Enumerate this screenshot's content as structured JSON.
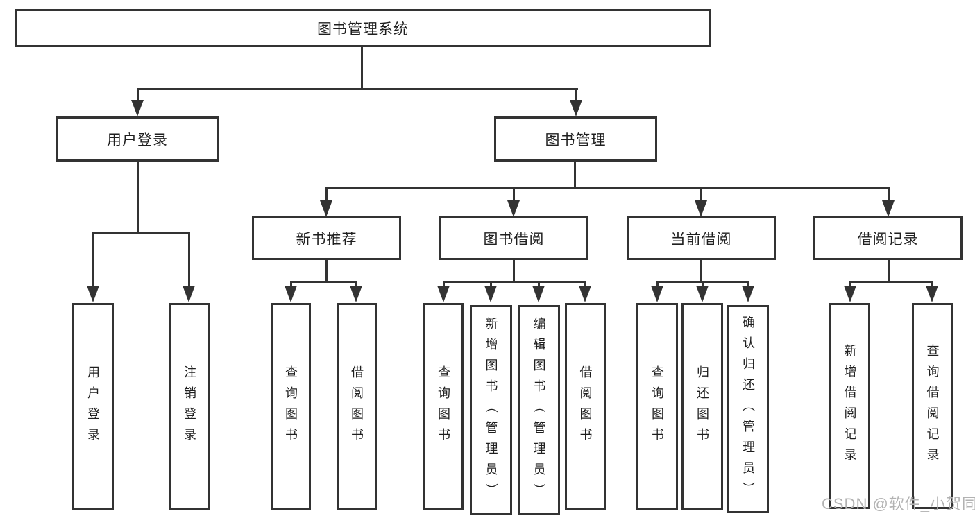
{
  "diagram": {
    "root": "图书管理系统",
    "level2": [
      "用户登录",
      "图书管理"
    ],
    "level3": [
      "新书推荐",
      "图书借阅",
      "当前借阅",
      "借阅记录"
    ],
    "leaves": {
      "login": [
        "用户登录",
        "注销登录"
      ],
      "recommend": [
        "查询图书",
        "借阅图书"
      ],
      "borrow": [
        "查询图书",
        "新增图书（管理员）",
        "编辑图书（管理员）",
        "借阅图书"
      ],
      "current": [
        "查询图书",
        "归还图书",
        "确认归还（管理员）"
      ],
      "records": [
        "新增借阅记录",
        "查询借阅记录"
      ]
    },
    "colors": {
      "line": "#333333",
      "text": "#1f1f1f",
      "box_background": "#ffffff",
      "page_background": "#ffffff",
      "watermark": "#b2b2b2"
    }
  },
  "watermark": "CSDN @软件_小贺同学"
}
